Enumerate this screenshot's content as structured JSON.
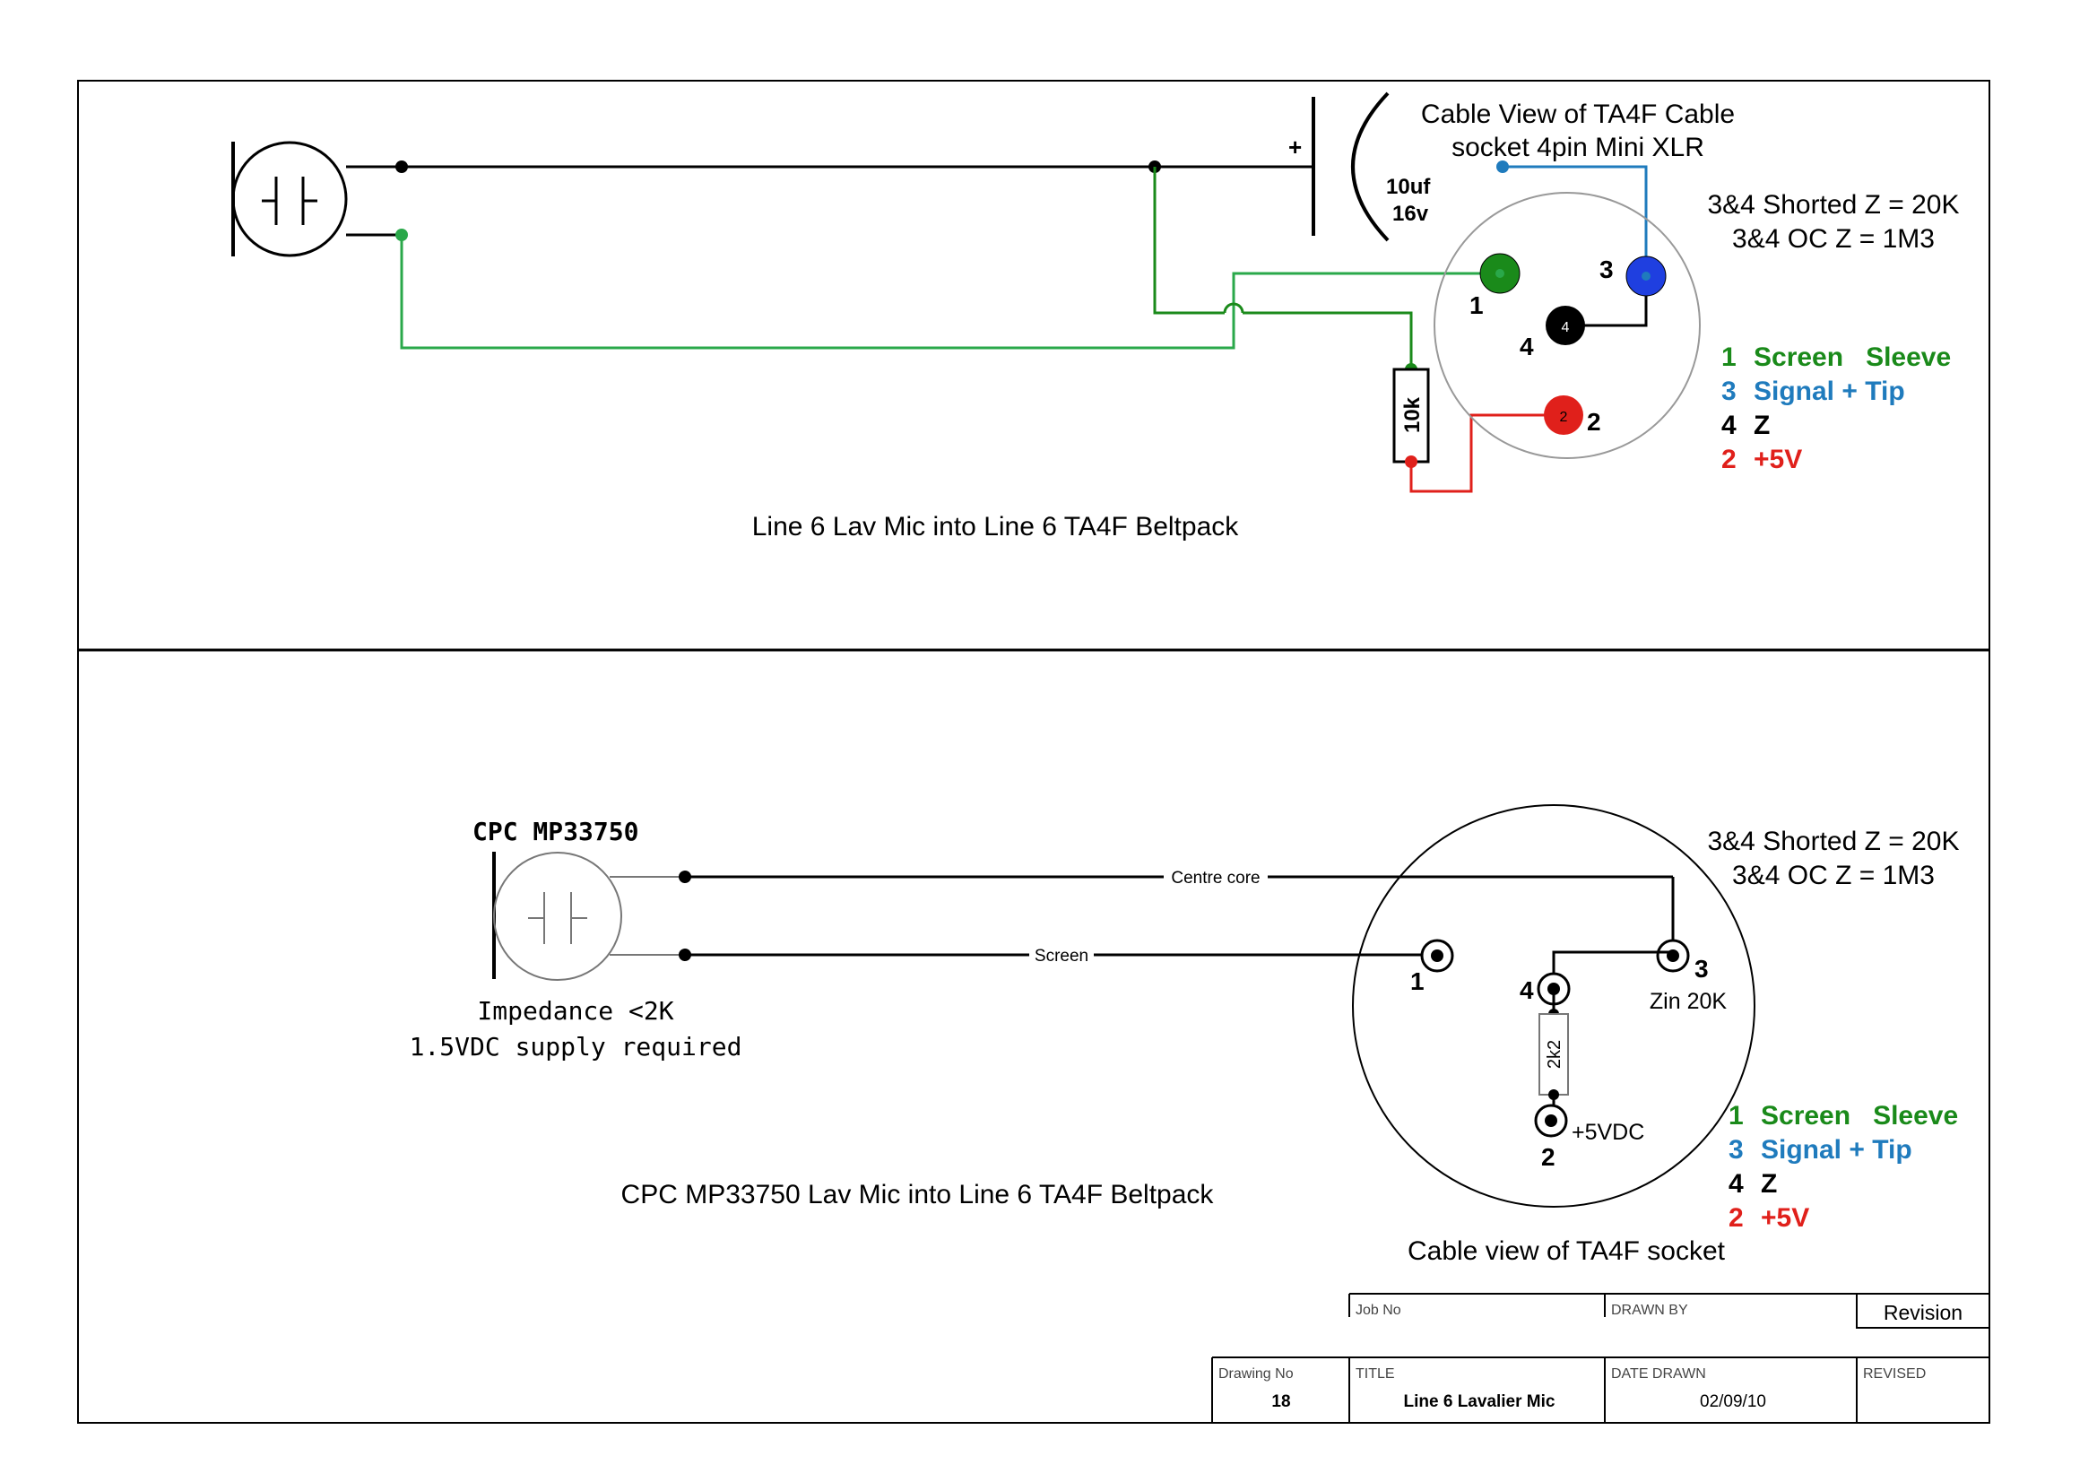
{
  "top": {
    "connector_title_line1": "Cable View of TA4F Cable",
    "connector_title_line2": "socket 4pin Mini XLR",
    "cap_plus": "+",
    "cap_value": "10uf",
    "cap_voltage": "16v",
    "resistor": "10k",
    "pin1": "1",
    "pin2": "2",
    "pin3": "3",
    "pin4": "4",
    "pin2_inner": "2",
    "pin4_inner": "4",
    "impedance_shorted": "3&4 Shorted Z = 20K",
    "impedance_oc": "3&4 OC Z = 1M3",
    "caption": "Line 6 Lav Mic into Line 6 TA4F Beltpack"
  },
  "bottom": {
    "mic_name": "CPC MP33750",
    "impedance": "Impedance <2K",
    "supply": "1.5VDC supply required",
    "wire_centre": "Centre core",
    "wire_screen": "Screen",
    "pin1": "1",
    "pin2": "2",
    "pin3": "3",
    "pin4": "4",
    "zin": "Zin 20K",
    "plus5": "+5VDC",
    "resistor": "2k2",
    "impedance_shorted": "3&4 Shorted Z = 20K",
    "impedance_oc": "3&4 OC Z = 1M3",
    "socket_caption": "Cable view of TA4F socket",
    "caption": "CPC MP33750 Lav Mic into Line 6 TA4F Beltpack"
  },
  "legend": [
    {
      "num": "1",
      "text": "Screen   Sleeve",
      "color": "#1a8a1a"
    },
    {
      "num": "3",
      "text": "Signal + Tip",
      "color": "#1f7bbd"
    },
    {
      "num": "4",
      "text": "Z",
      "color": "#000000"
    },
    {
      "num": "2",
      "text": "+5V",
      "color": "#e0201b"
    }
  ],
  "title_block": {
    "job_no_label": "Job No",
    "drawn_by_label": "DRAWN BY",
    "revision_label": "Revision",
    "drawing_no_label": "Drawing No",
    "drawing_no": "18",
    "title_label": "TITLE",
    "title": "Line 6 Lavalier Mic",
    "date_drawn_label": "DATE DRAWN",
    "date_drawn": "02/09/10",
    "revised_label": "REVISED"
  },
  "colors": {
    "green": "#1a8a1a",
    "light_green": "#2aa84a",
    "blue": "#1f7bbd",
    "pin_blue": "#1f3fe0",
    "red": "#e0201b",
    "black": "#000000"
  }
}
